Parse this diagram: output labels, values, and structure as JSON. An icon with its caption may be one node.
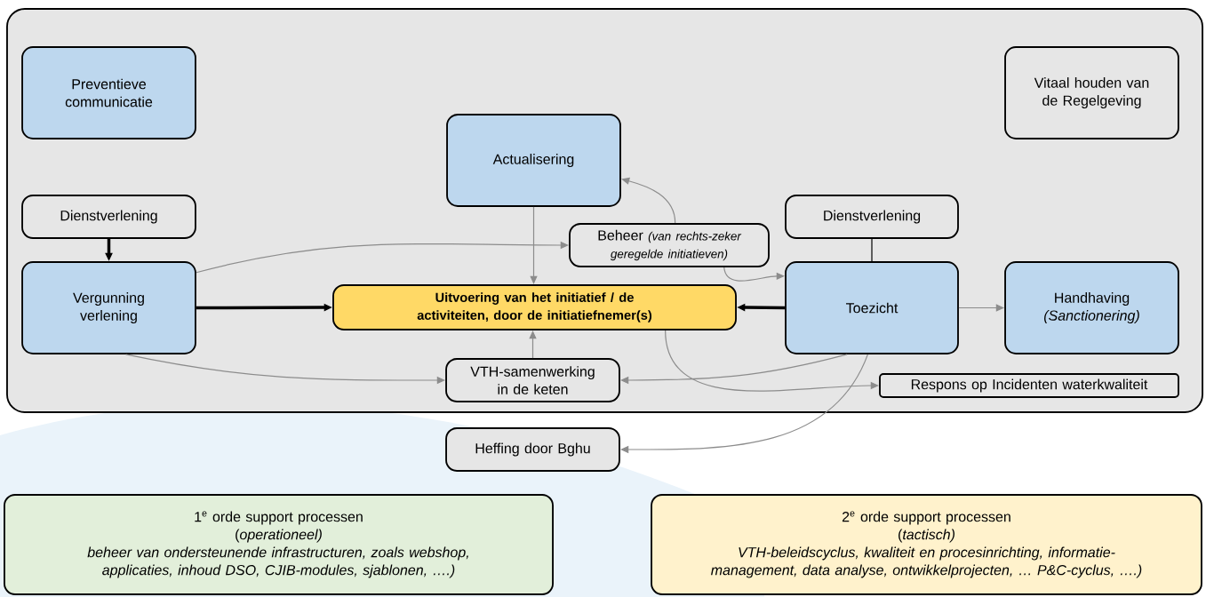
{
  "diagram": {
    "nodes": [
      {
        "text": [],
        "shape": "box"
      },
      {
        "text": [
          "Preventieve communicatie"
        ],
        "in": 0
      },
      {
        "text": [
          "Vitaal houden van de Regelgeving"
        ],
        "in": 0
      },
      {
        "text": [
          "Actualisering"
        ],
        "in": 0
      },
      {
        "text": [
          "Dienstverlening"
        ],
        "in": 0
      },
      {
        "text": [
          "Beheer",
          "(van rechts-zeker geregelde initiatieven)"
        ],
        "in": 0
      },
      {
        "text": [
          "Dienstverlening"
        ],
        "in": 0
      },
      {
        "text": [
          "Vergunning verlening"
        ],
        "in": 0
      },
      {
        "text": [
          "Uitvoering van het initiatief / de activiteiten, door de initiatiefnemer(s)"
        ],
        "in": 0
      },
      {
        "text": [
          "Toezicht"
        ],
        "in": 0
      },
      {
        "text": [
          "Handhaving",
          "(Sanctionering)"
        ],
        "in": 0
      },
      {
        "text": [
          "VTH-samenwerking in de keten"
        ],
        "in": 0
      },
      {
        "text": [
          "Respons op Incidenten waterkwaliteit"
        ],
        "in": 0
      },
      {
        "text": [
          "Heffing door Bghu"
        ]
      },
      {
        "text": [
          "1$^{e}$ orde support processen",
          "(*operationeel)*",
          "beheer van ondersteunende infrastructuren, zoals webshop, applicaties, inhoud DSO, CJIB-modules, sjablonen, ….)"
        ]
      },
      {
        "text": [
          "2$^{e}$ orde support processen",
          "(*tactisch)*",
          "VTH-beleidscyclus, kwaliteit en procesinrichting, informatie-management, data analyse, ontwikkelprojecten, … P&C-cyclus, ….)"
        ]
      }
    ],
    "edges": [
      {
        "from": 4,
        "to": 7,
        "arrow": "to",
        "style": "thick",
        "color": "#000000"
      },
      {
        "from": 7,
        "to": 8,
        "arrow": "to",
        "style": "thick",
        "color": "#000000"
      },
      {
        "from": 9,
        "to": 8,
        "arrow": "to",
        "style": "thick",
        "color": "#000000"
      },
      {
        "from": 3,
        "to": 8,
        "arrow": "to"
      },
      {
        "from": 11,
        "to": 8,
        "arrow": "to"
      },
      {
        "from": 7,
        "to": 5,
        "arrow": "to"
      },
      {
        "from": 5,
        "to": 3,
        "arrow": "to"
      },
      {
        "from": 5,
        "to": 9,
        "arrow": "to"
      },
      {
        "from": 6,
        "to": 9,
        "arrow": "none",
        "color": "#000000"
      },
      {
        "from": 9,
        "to": 10,
        "arrow": "to"
      },
      {
        "from": 7,
        "to": 11,
        "arrow": "to"
      },
      {
        "from": 9,
        "to": 11,
        "arrow": "to"
      },
      {
        "from": 8,
        "to": 12,
        "arrow": "to"
      },
      {
        "from": 9,
        "to": 13,
        "arrow": "to"
      }
    ]
  }
}
